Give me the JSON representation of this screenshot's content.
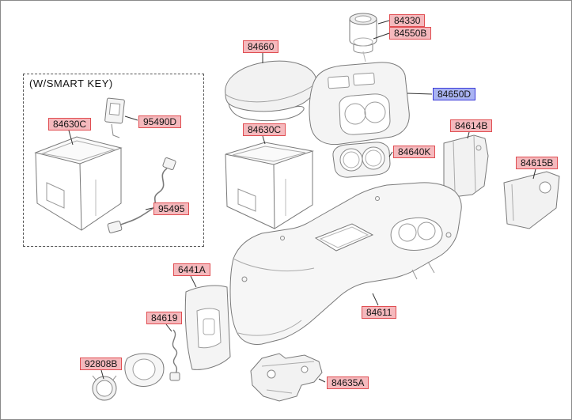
{
  "smart_key_note": "(W/SMART KEY)",
  "labels": {
    "p84330": "84330",
    "p84550B": "84550B",
    "p84660": "84660",
    "p84650D": "84650D",
    "p95490D": "95490D",
    "p84630C_left": "84630C",
    "p84630C_mid": "84630C",
    "p84614B": "84614B",
    "p84640K": "84640K",
    "p84615B": "84615B",
    "p95495": "95495",
    "p6441A": "6441A",
    "p84619": "84619",
    "p84611": "84611",
    "p92808B": "92808B",
    "p84635A": "84635A"
  },
  "colors": {
    "label_bg": "#f5b9bd",
    "label_border": "#e04e52",
    "highlight_bg": "#a9b3f2",
    "highlight_border": "#3b3bd8",
    "line_art": "#7a7a7a",
    "leader_line": "#333333"
  }
}
